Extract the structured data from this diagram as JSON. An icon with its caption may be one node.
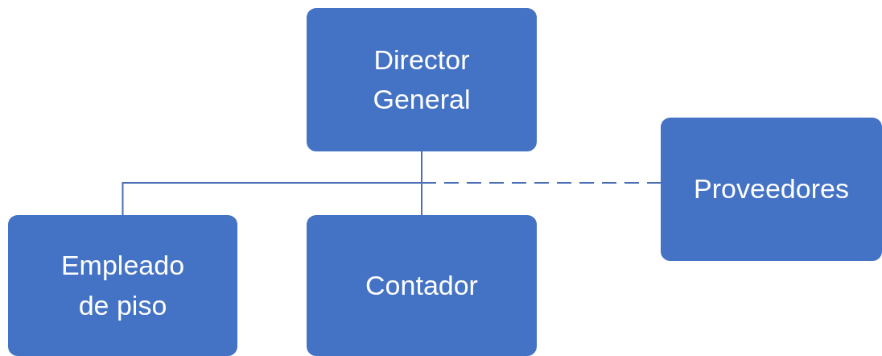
{
  "diagram": {
    "nodes": [
      {
        "text": [
          "Director General"
        ]
      },
      {
        "text": [
          "Proveedores"
        ]
      },
      {
        "text": [
          "Empleado de piso"
        ]
      },
      {
        "text": [
          "Contador"
        ]
      }
    ],
    "edges": [
      {
        "from": 0,
        "to": 2,
        "arrow": "none"
      },
      {
        "from": 0,
        "to": 3,
        "arrow": "none"
      },
      {
        "from": 0,
        "to": 1,
        "arrow": "none",
        "style": "dashed"
      }
    ]
  }
}
